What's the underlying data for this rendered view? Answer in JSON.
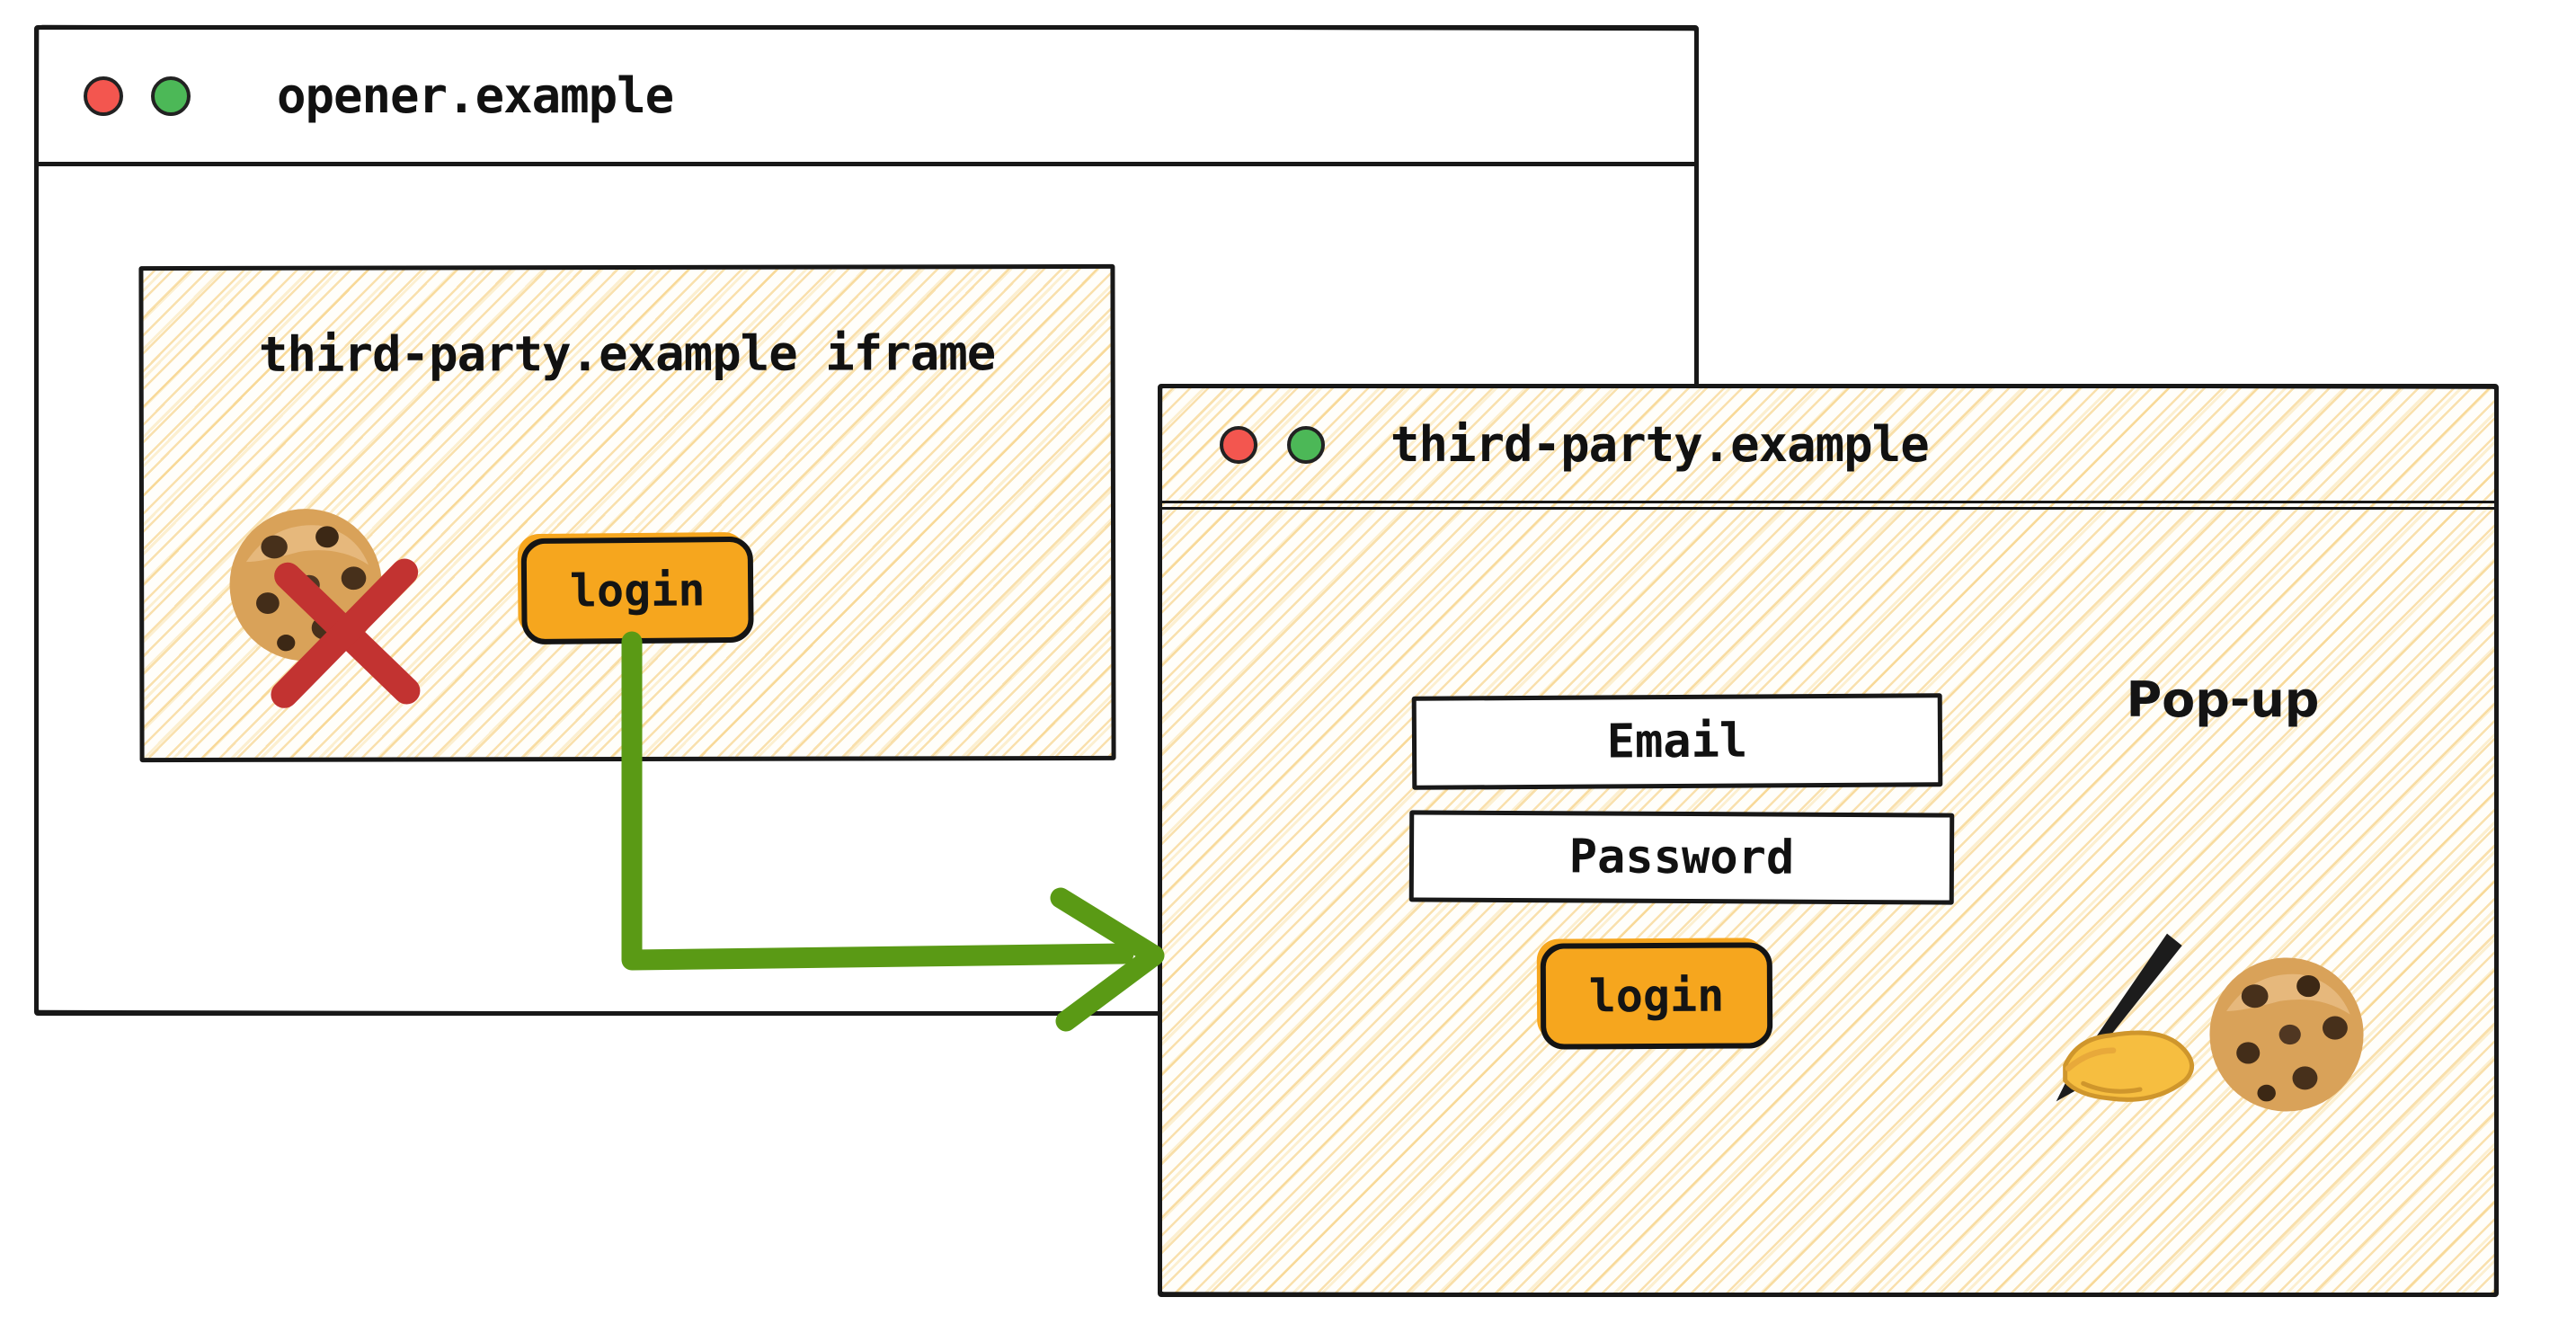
{
  "opener_window": {
    "title": "opener.example",
    "iframe": {
      "label": "third-party.example iframe",
      "login_button_label": "login",
      "cookie_icon": "cookie-emoji",
      "blocked_marker_icon": "red-x-blocked"
    }
  },
  "popup_window": {
    "title": "third-party.example",
    "annotation": "Pop-up",
    "email_field_value": "Email",
    "password_field_value": "Password",
    "login_button_label": "login",
    "writing_hand_icon": "writing-hand-emoji",
    "cookie_icon": "cookie-emoji"
  },
  "colors": {
    "accent_orange": "#f6a61e",
    "arrow_green": "#5a9a15",
    "blocked_red": "#c23331",
    "traffic_red": "#f3564f",
    "traffic_green": "#4cb857",
    "ink": "#181818",
    "hatch_line": "#f3c360"
  }
}
